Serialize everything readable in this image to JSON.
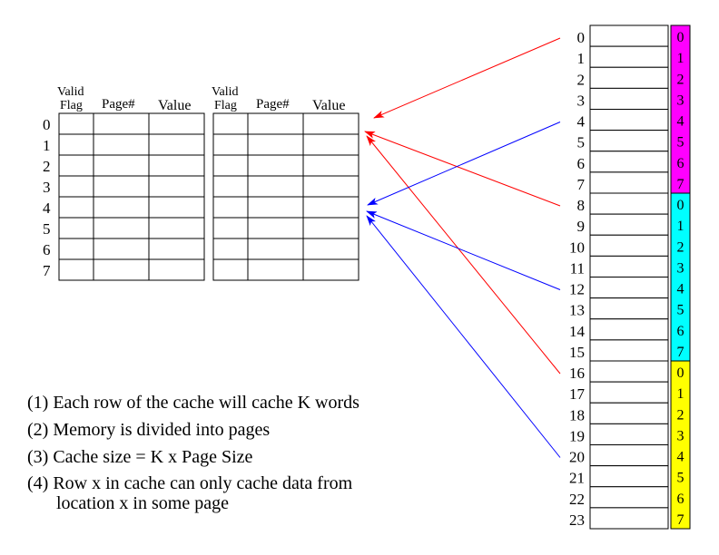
{
  "cache": {
    "ways": [
      {
        "headers": {
          "valid_line1": "Valid",
          "valid_line2": "Flag",
          "page": "Page#",
          "value": "Value"
        }
      },
      {
        "headers": {
          "valid_line1": "Valid",
          "valid_line2": "Flag",
          "page": "Page#",
          "value": "Value"
        }
      }
    ],
    "row_labels": [
      "0",
      "1",
      "2",
      "3",
      "4",
      "5",
      "6",
      "7"
    ]
  },
  "memory": {
    "addresses": [
      "0",
      "1",
      "2",
      "3",
      "4",
      "5",
      "6",
      "7",
      "8",
      "9",
      "10",
      "11",
      "12",
      "13",
      "14",
      "15",
      "16",
      "17",
      "18",
      "19",
      "20",
      "21",
      "22",
      "23"
    ],
    "pages": [
      {
        "color": "#ff00ff",
        "offsets": [
          "0",
          "1",
          "2",
          "3",
          "4",
          "5",
          "6",
          "7"
        ]
      },
      {
        "color": "#00ffff",
        "offsets": [
          "0",
          "1",
          "2",
          "3",
          "4",
          "5",
          "6",
          "7"
        ]
      },
      {
        "color": "#ffff00",
        "offsets": [
          "0",
          "1",
          "2",
          "3",
          "4",
          "5",
          "6",
          "7"
        ]
      }
    ]
  },
  "arrows": [
    {
      "from_address": 0,
      "to_row": 0,
      "color": "#ff0000"
    },
    {
      "from_address": 8,
      "to_row": 0,
      "color": "#ff0000"
    },
    {
      "from_address": 16,
      "to_row": 0,
      "color": "#ff0000"
    },
    {
      "from_address": 4,
      "to_row": 4,
      "color": "#0000ff"
    },
    {
      "from_address": 12,
      "to_row": 4,
      "color": "#0000ff"
    },
    {
      "from_address": 20,
      "to_row": 4,
      "color": "#0000ff"
    }
  ],
  "notes": [
    "(1) Each row of the cache will cache K words",
    "(2) Memory is divided into pages",
    "(3) Cache size = K x Page Size",
    "(4) Row x in cache can only cache data from",
    "location x in some page"
  ]
}
